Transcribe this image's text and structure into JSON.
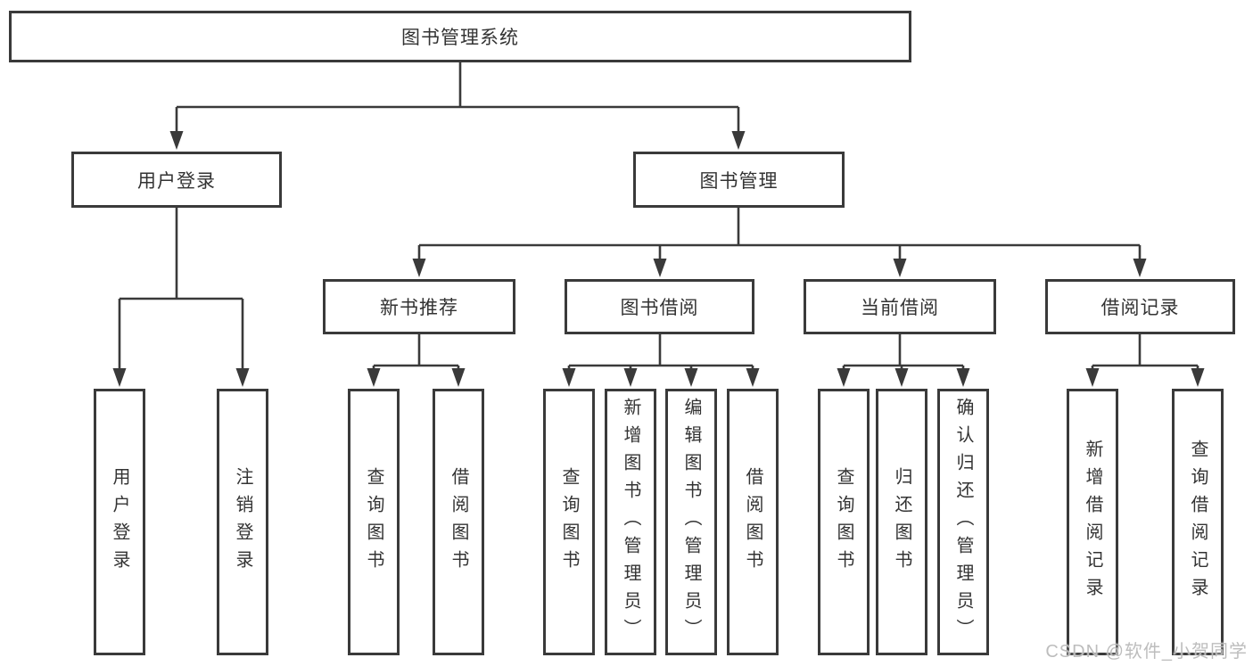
{
  "title": "图书管理系统",
  "colors": {
    "line": "#3a3a3a",
    "box_border": "#3a3a3a",
    "text": "#333333",
    "background": "#ffffff",
    "watermark": "#b9b9b9"
  },
  "nodes": {
    "root": "图书管理系统",
    "user_login": "用户登录",
    "book_mgmt": "图书管理",
    "new_book_rec": "新书推荐",
    "book_borrow": "图书借阅",
    "current_borrow": "当前借阅",
    "borrow_record": "借阅记录",
    "leaf_user_login": "用户登录",
    "leaf_logout": "注销登录",
    "leaf_query_book_rec": "查询图书",
    "leaf_borrow_book_rec": "借阅图书",
    "leaf_query_book_borrow": "查询图书",
    "leaf_add_book_admin": "新增图书（管理员）",
    "leaf_edit_book_admin": "编辑图书（管理员）",
    "leaf_borrow_book_borrow": "借阅图书",
    "leaf_query_book_current": "查询图书",
    "leaf_return_book": "归还图书",
    "leaf_confirm_return_admin": "确认归还（管理员）",
    "leaf_add_borrow_record": "新增借阅记录",
    "leaf_query_borrow_record": "查询借阅记录"
  },
  "watermark": "CSDN @软件_小贺同学"
}
